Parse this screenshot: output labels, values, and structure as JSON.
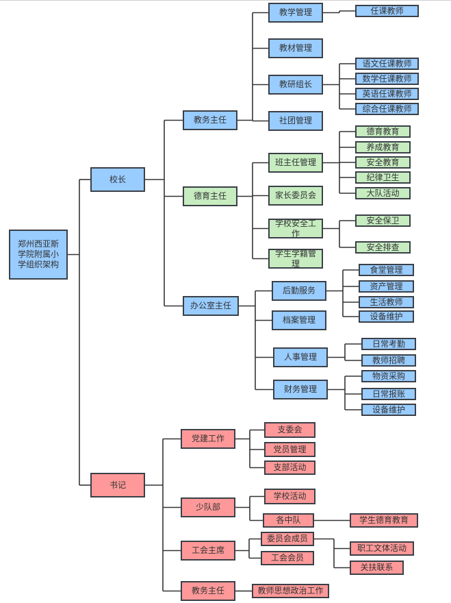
{
  "diagram": {
    "type": "org-chart",
    "colors": {
      "blue": "#99ccff",
      "green": "#c6ecc0",
      "red": "#ff9999",
      "border": "#3a3f47",
      "line": "#333333"
    },
    "root": "郑州西亚斯学院附属小学组织架构",
    "nodes": {
      "root": "郑州西亚斯学院附属小学组织架构",
      "principal": "校长",
      "secretary": "书记",
      "academic_director": "教务主任",
      "moral_director": "德育主任",
      "office_director": "办公室主任",
      "teaching_mgmt": "教学管理",
      "textbook_mgmt": "教材管理",
      "research_lead": "教研组长",
      "club_mgmt": "社团管理",
      "teachers": "任课教师",
      "chinese_teachers": "语文任课教师",
      "math_teachers": "数学任课教师",
      "english_teachers": "英语任课教师",
      "general_teachers": "综合任课教师",
      "homeroom_mgmt": "班主任管理",
      "parent_committee": "家长委员会",
      "safety_work": "学校安全工作",
      "student_records": "学生学籍管理",
      "moral_education": "德育教育",
      "habit_education": "养成教育",
      "safety_education": "安全教育",
      "discipline_hygiene": "纪律卫生",
      "brigade_activities": "大队活动",
      "security": "安全保卫",
      "safety_inspection": "安全排查",
      "logistics": "后勤服务",
      "archives": "档案管理",
      "hr": "人事管理",
      "finance": "财务管理",
      "canteen": "食堂管理",
      "assets": "资产管理",
      "life_teachers": "生活教师",
      "equipment_maint_1": "设备维护",
      "attendance": "日常考勤",
      "recruitment": "教师招聘",
      "procurement": "物资采购",
      "reimbursement": "日常报账",
      "equipment_maint_2": "设备维护",
      "party_building": "党建工作",
      "young_pioneers": "少队部",
      "union_chair": "工会主席",
      "academic_director_2": "教务主任",
      "branch_committee": "支委会",
      "member_mgmt": "党员管理",
      "branch_activities": "支部活动",
      "school_activities": "学校活动",
      "squadrons": "各中队",
      "student_moral_ed": "学生德育教育",
      "committee_members": "委员会成员",
      "union_members": "工会会员",
      "staff_recreation": "职工文体活动",
      "care_contact": "关扶联系",
      "teacher_ideology": "教师思想政治工作"
    }
  }
}
